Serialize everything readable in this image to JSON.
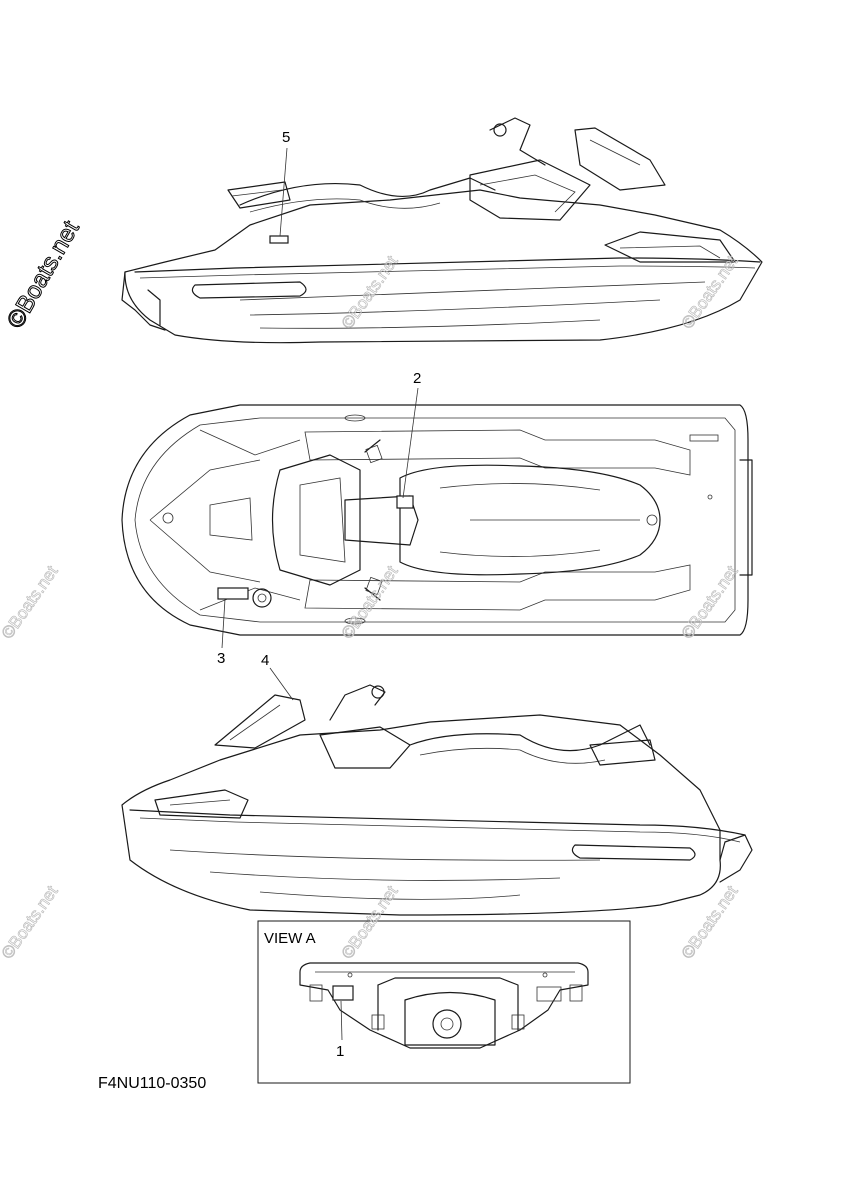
{
  "callouts": [
    "1",
    "2",
    "3",
    "4",
    "5"
  ],
  "view_label": "VIEW A",
  "part_code": "F4NU110-0350",
  "watermark_main": "©Boats.net",
  "watermark_small": "©Boats.net"
}
